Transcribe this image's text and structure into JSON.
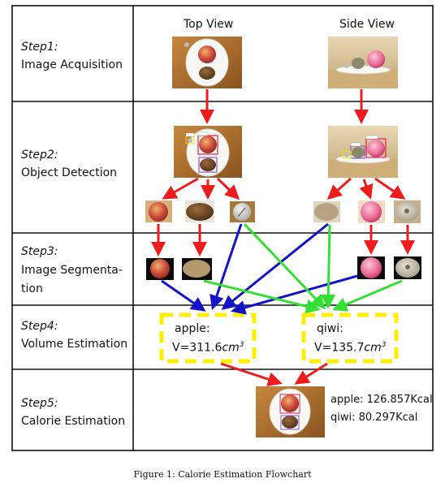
{
  "columns": {
    "top_view": "Top View",
    "side_view": "Side View"
  },
  "steps": [
    {
      "title": "Step1:",
      "name_lines": [
        "Image Acquisition"
      ]
    },
    {
      "title": "Step2:",
      "name_lines": [
        "Object Detection"
      ]
    },
    {
      "title": "Step3:",
      "name_lines": [
        "Image Segmenta-",
        "tion"
      ]
    },
    {
      "title": "Step4:",
      "name_lines": [
        "Volume Estimation"
      ]
    },
    {
      "title": "Step5:",
      "name_lines": [
        "Calorie Estimation"
      ]
    }
  ],
  "volume": {
    "apple_label": "apple:",
    "apple_value": "V=311.6",
    "qiwi_label": "qiwi:",
    "qiwi_value": "V=135.7",
    "unit": "cm",
    "unit_exp": "3"
  },
  "calorie": {
    "apple": "apple: 126.857Kcal",
    "qiwi": "qiwi: 80.297Kcal"
  },
  "caption": "Figure 1:  Calorie Estimation Flowchart",
  "colors": {
    "red_arrow": "#ee1c1c",
    "blue_arrow": "#1313c8",
    "green_arrow": "#33e033",
    "box_yellow": "#ffee00"
  }
}
